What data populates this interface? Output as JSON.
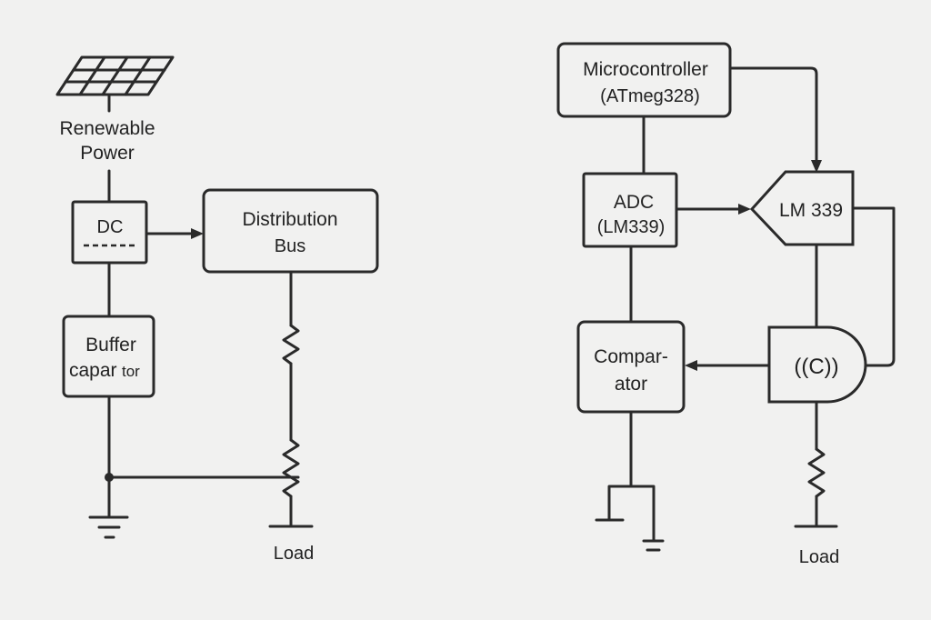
{
  "diagram": {
    "left_circuit": {
      "source": {
        "icon": "solar-panel-icon",
        "label_line1": "Renewable",
        "label_line2": "Power"
      },
      "dc_block": {
        "label": "DC",
        "symbol": "dc-dashed-line"
      },
      "distribution_bus": {
        "label_line1": "Distribution",
        "label_line2": "Bus"
      },
      "buffer": {
        "label_line1": "Buffer",
        "label_line2a": "capar",
        "label_line2b": "tor"
      },
      "load": {
        "label": "Load"
      },
      "components": [
        "resistor",
        "potentiometer",
        "ground",
        "junction-dot"
      ]
    },
    "right_circuit": {
      "microcontroller": {
        "label_line1": "Microcontroller",
        "label_line2": "(ATmeg328)"
      },
      "adc": {
        "label_line1": "ADC",
        "label_line2": "(LM339)"
      },
      "lm339": {
        "label": "LM 339"
      },
      "comparator": {
        "label_line1": "Compar-",
        "label_line2": "ator"
      },
      "gate": {
        "label": "((C))"
      },
      "load": {
        "label": "Load"
      },
      "components": [
        "resistor",
        "ground",
        "ground"
      ]
    }
  }
}
